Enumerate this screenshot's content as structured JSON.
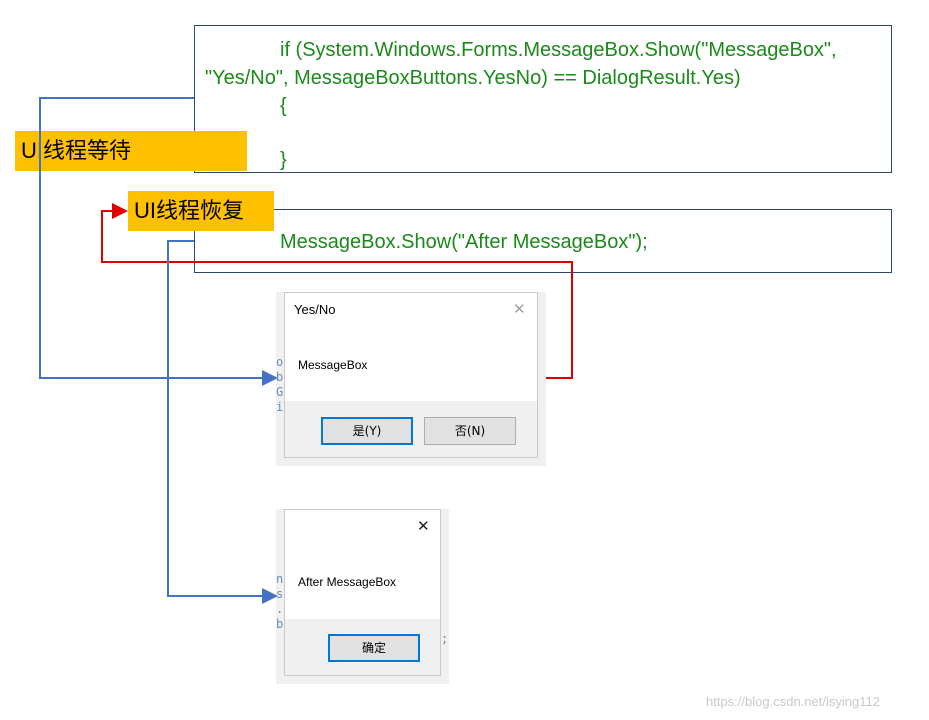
{
  "code_box_1": {
    "lines": [
      "if (System.Windows.Forms.MessageBox.Show(\"MessageBox\",",
      "\"Yes/No\", MessageBoxButtons.YesNo) == DialogResult.Yes)",
      "{",
      "}"
    ]
  },
  "code_box_2": {
    "line": "MessageBox.Show(\"After MessageBox\");"
  },
  "labels": {
    "wait": "UI线程等待",
    "resume": "UI线程恢复"
  },
  "dialog_yesno": {
    "title": "Yes/No",
    "message": "MessageBox",
    "yes_button": "是(Y)",
    "no_button": "否(N)"
  },
  "dialog_after": {
    "message": "After MessageBox",
    "ok_button": "确定"
  },
  "watermark": "https://blog.csdn.net/lsying112",
  "colors": {
    "code_text": "#1a8a1a",
    "label_bg": "#ffc000",
    "arrow_blue": "#4472c4",
    "arrow_red": "#e00000",
    "box_border": "#2c4a6e"
  }
}
